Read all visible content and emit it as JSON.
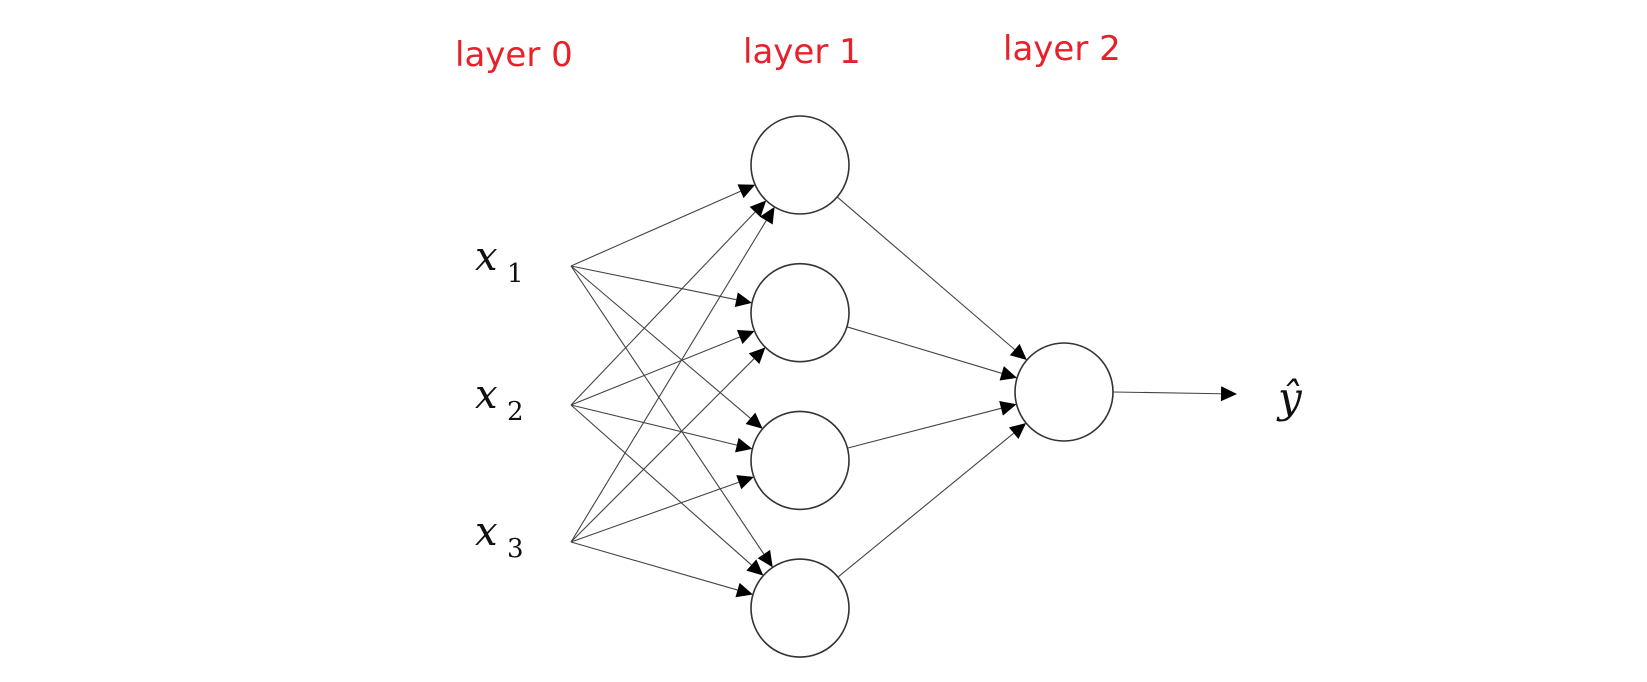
{
  "diagram": {
    "type": "neural-network",
    "layer_labels": [
      "layer 0",
      "layer 1",
      "layer 2"
    ],
    "label_color": "#e8202a",
    "inputs": [
      {
        "symbol": "x",
        "subscript": "1"
      },
      {
        "symbol": "x",
        "subscript": "2"
      },
      {
        "symbol": "x",
        "subscript": "3"
      }
    ],
    "hidden_layer": {
      "node_count": 4
    },
    "output_layer": {
      "node_count": 1
    },
    "output_label": "ŷ",
    "connections": "fully-connected: every input to every hidden node, every hidden node to the output node, output node to ŷ"
  }
}
